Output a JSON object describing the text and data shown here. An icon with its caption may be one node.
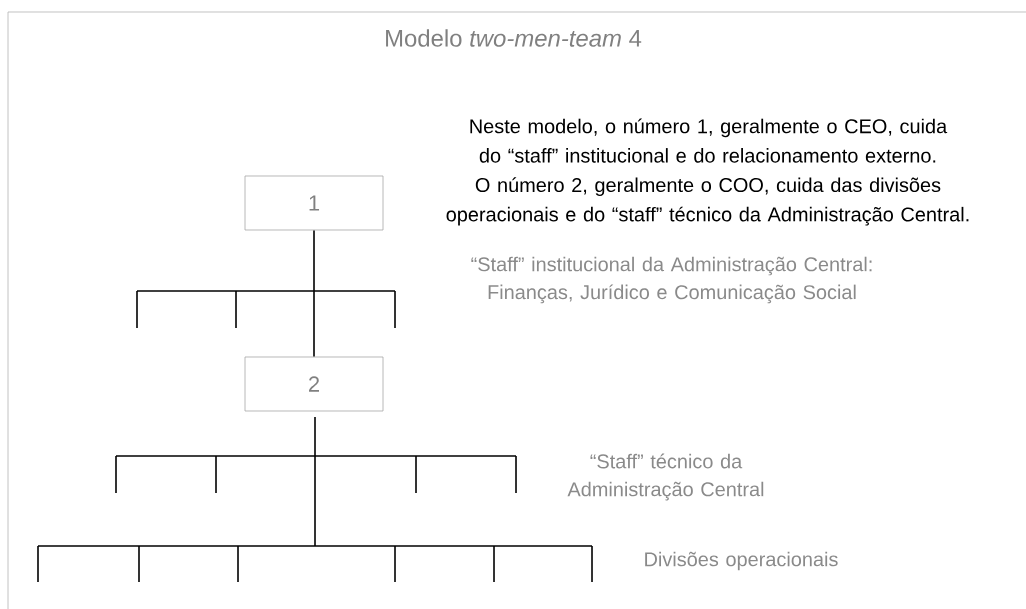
{
  "diagram": {
    "title": "Modelo *two-men-team* 4",
    "nodes": [
      {
        "text": [
          "1"
        ]
      },
      {
        "text": [
          "2"
        ]
      }
    ],
    "edges": [
      {
        "from": 0,
        "to": 1,
        "arrow": "none"
      }
    ],
    "labels": [
      "Neste modelo, o número 1, geralmente o CEO, cuida do “staff” institucional e do relacionamento externo. O número 2, geralmente o COO, cuida das divisões operacionais e do “staff” técnico da Administração Central.",
      "“Staff” institucional da Administração Central: Finanças, Jurídico e Comunicação Social",
      "“Staff” técnico da Administração Central",
      "Divisões operacionais"
    ]
  }
}
